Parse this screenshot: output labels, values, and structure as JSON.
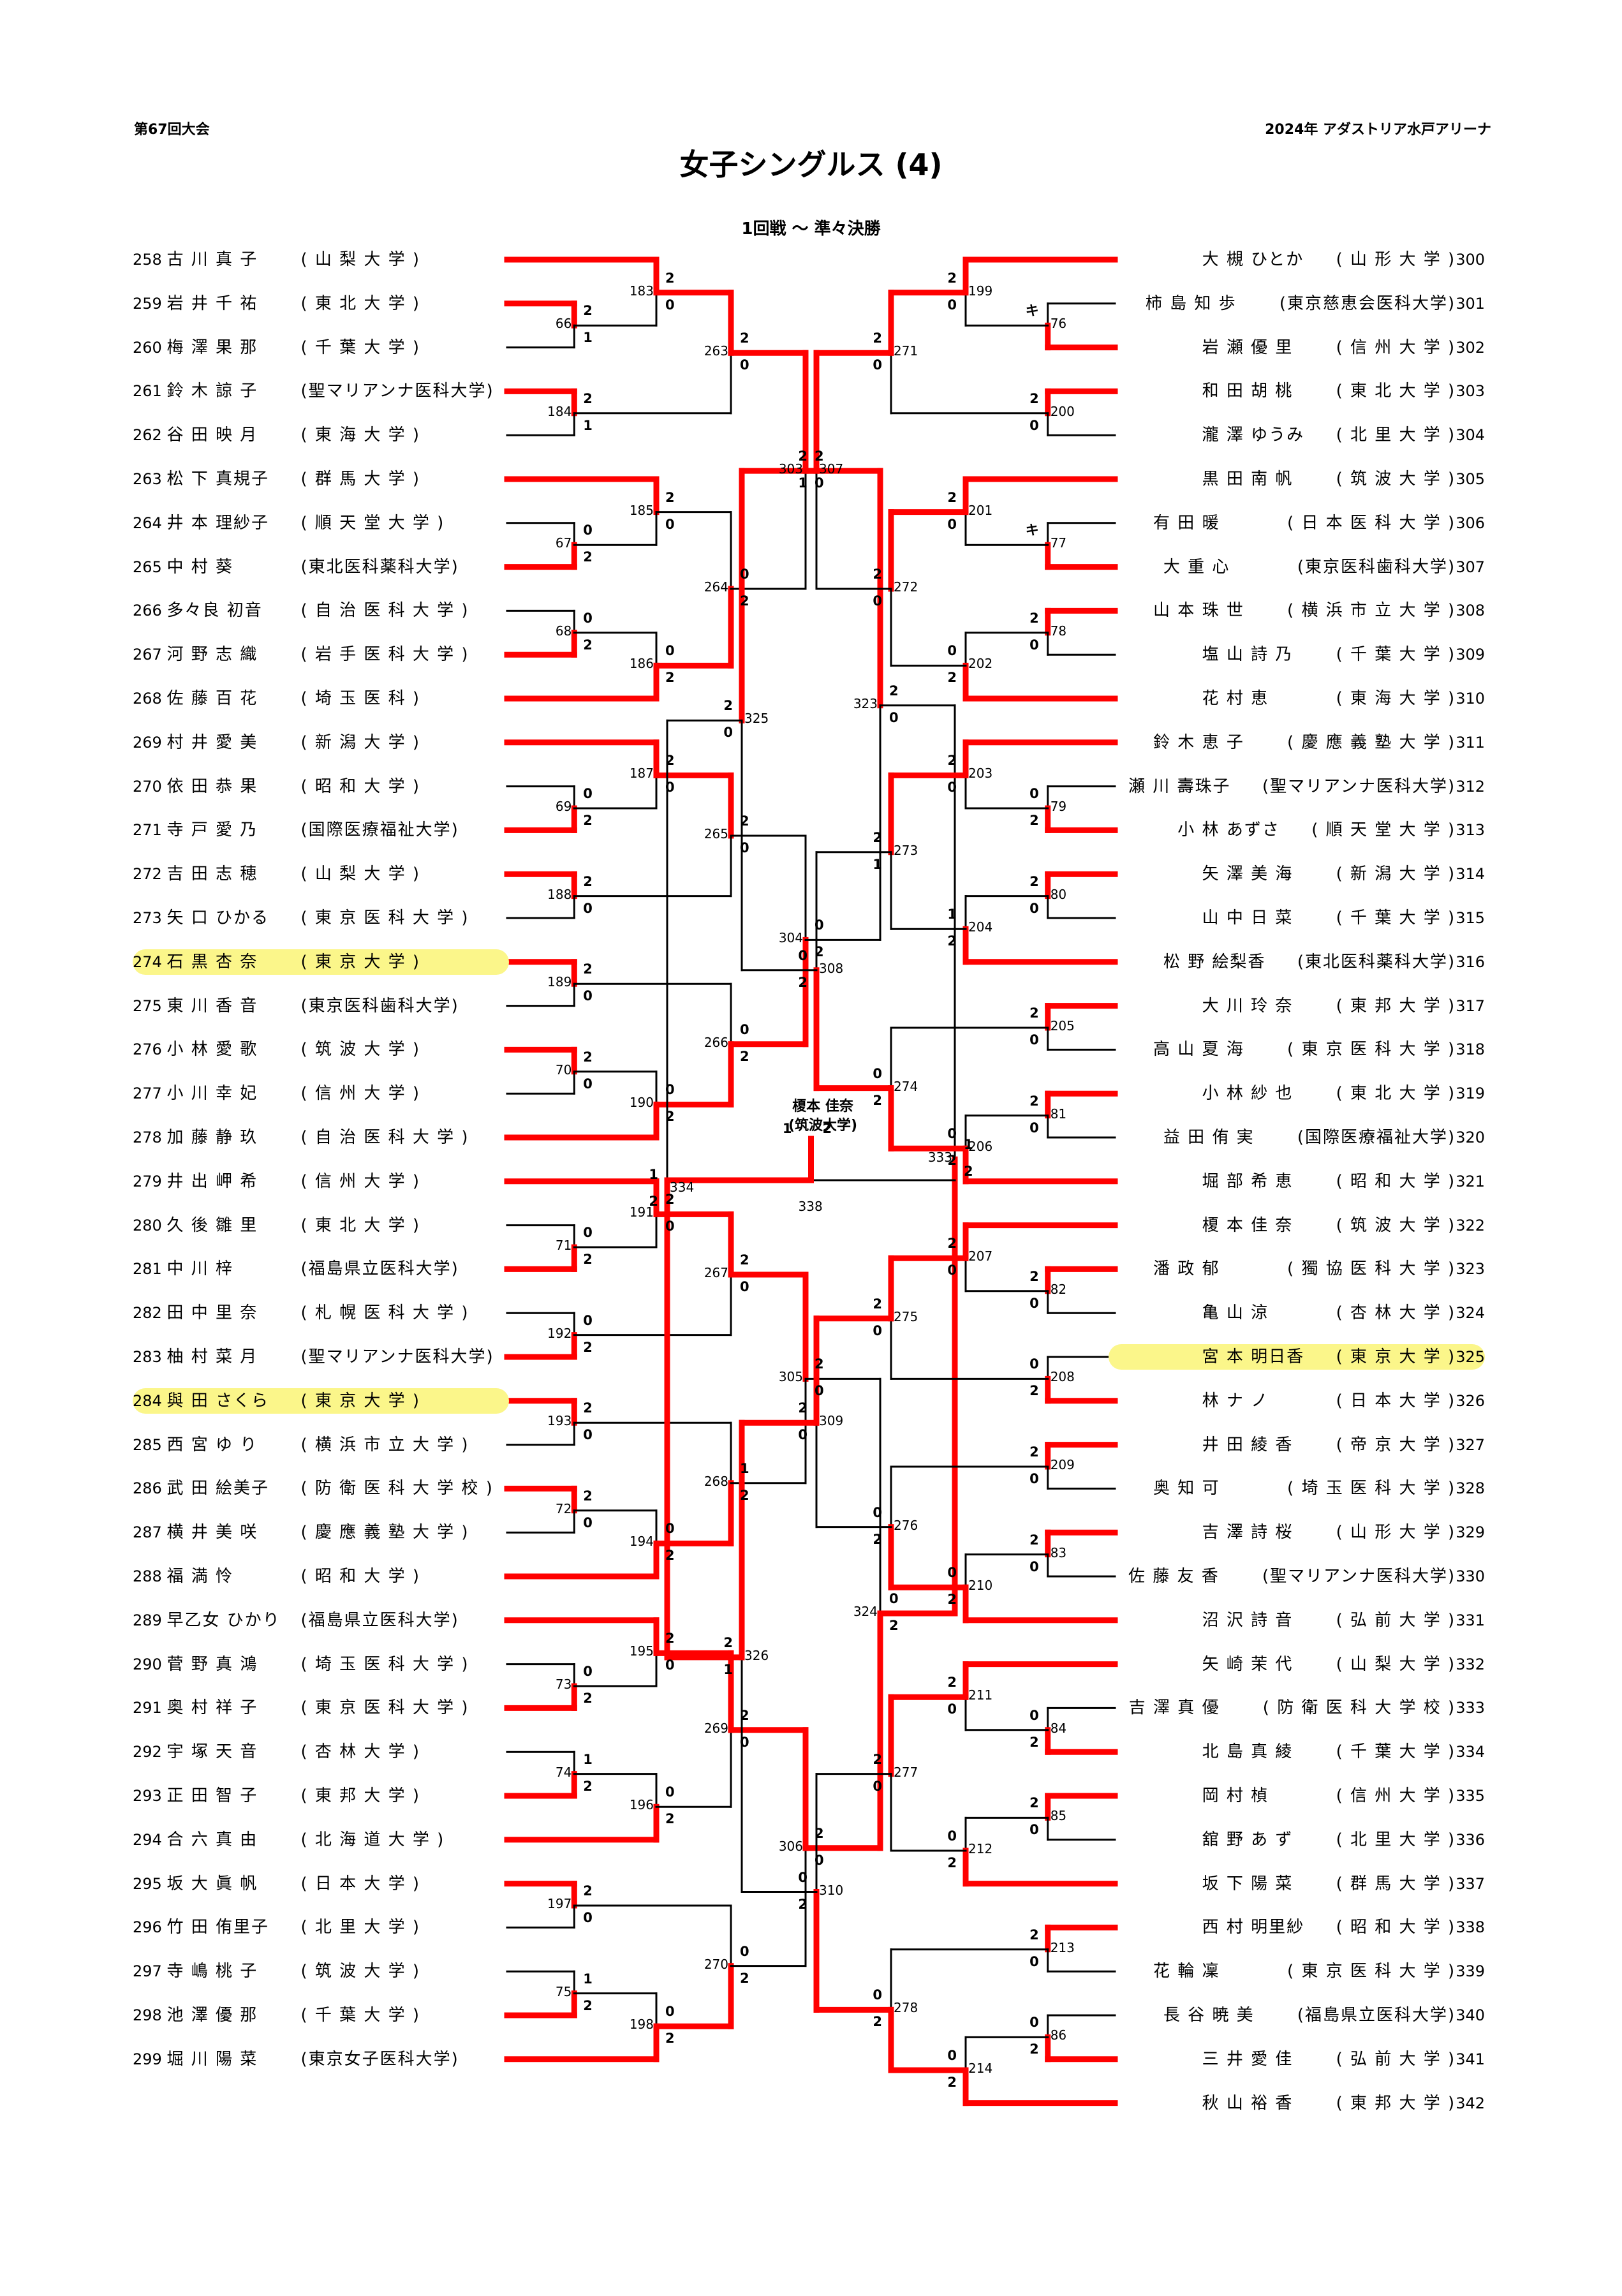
{
  "header": {
    "edition": "第67回大会",
    "venue": "2024年  アダストリア水戸アリーナ",
    "title": "女子シングルス (4)",
    "subtitle": "1回戦  ～  準々決勝"
  },
  "colors": {
    "winner_line": "#ff0000",
    "loser_line": "#000000",
    "highlight": "#fbf68a"
  },
  "champion": {
    "name": "榎本 佳奈",
    "affiliation": "(筑波大学)"
  },
  "left_players": [
    {
      "no": "258",
      "name": "古 川  真 子",
      "aff": "( 山 梨 大 学 )",
      "hl": false
    },
    {
      "no": "259",
      "name": "岩 井  千 祐",
      "aff": "( 東 北 大 学 )",
      "hl": false
    },
    {
      "no": "260",
      "name": "梅 澤  果 那",
      "aff": "( 千 葉 大 学 )",
      "hl": false
    },
    {
      "no": "261",
      "name": "鈴 木  諒 子",
      "aff": "(聖マリアンナ医科大学)",
      "hl": false
    },
    {
      "no": "262",
      "name": "谷 田  映 月",
      "aff": "( 東 海 大 学 )",
      "hl": false
    },
    {
      "no": "263",
      "name": "松 下 真規子",
      "aff": "( 群 馬 大 学 )",
      "hl": false
    },
    {
      "no": "264",
      "name": "井 本 理紗子",
      "aff": "( 順 天 堂 大 学 )",
      "hl": false
    },
    {
      "no": "265",
      "name": "中  村   葵",
      "aff": "(東北医科薬科大学)",
      "hl": false
    },
    {
      "no": "266",
      "name": "多々良 初音",
      "aff": "( 自 治 医 科 大 学 )",
      "hl": false
    },
    {
      "no": "267",
      "name": "河 野  志 織",
      "aff": "( 岩 手 医 科 大 学 )",
      "hl": false
    },
    {
      "no": "268",
      "name": "佐 藤  百 花",
      "aff": "( 埼 玉 医 科 )",
      "hl": false
    },
    {
      "no": "269",
      "name": "村 井  愛 美",
      "aff": "( 新 潟 大 学 )",
      "hl": false
    },
    {
      "no": "270",
      "name": "依 田  恭 果",
      "aff": "( 昭 和 大 学 )",
      "hl": false
    },
    {
      "no": "271",
      "name": "寺 戸  愛 乃",
      "aff": "(国際医療福祉大学)",
      "hl": false
    },
    {
      "no": "272",
      "name": "吉 田  志 穂",
      "aff": "( 山 梨 大 学 )",
      "hl": false
    },
    {
      "no": "273",
      "name": "矢 口 ひかる",
      "aff": "( 東 京 医 科 大 学 )",
      "hl": false
    },
    {
      "no": "274",
      "name": "石 黒  杏 奈",
      "aff": "( 東 京 大 学 )",
      "hl": true
    },
    {
      "no": "275",
      "name": "東 川  香 音",
      "aff": "(東京医科歯科大学)",
      "hl": false
    },
    {
      "no": "276",
      "name": "小 林  愛 歌",
      "aff": "( 筑 波 大 学 )",
      "hl": false
    },
    {
      "no": "277",
      "name": "小 川  幸 妃",
      "aff": "( 信 州 大 学 )",
      "hl": false
    },
    {
      "no": "278",
      "name": "加 藤  静 玖",
      "aff": "( 自 治 医 科 大 学 )",
      "hl": false
    },
    {
      "no": "279",
      "name": "井 出  岬 希",
      "aff": "( 信 州 大 学 )",
      "hl": false
    },
    {
      "no": "280",
      "name": "久 後  雛 里",
      "aff": "( 東 北 大 学 )",
      "hl": false
    },
    {
      "no": "281",
      "name": "中  川   梓",
      "aff": "(福島県立医科大学)",
      "hl": false
    },
    {
      "no": "282",
      "name": "田 中  里 奈",
      "aff": "( 札 幌 医 科 大 学 )",
      "hl": false
    },
    {
      "no": "283",
      "name": "柚 村  菜 月",
      "aff": "(聖マリアンナ医科大学)",
      "hl": false
    },
    {
      "no": "284",
      "name": "與 田 さくら",
      "aff": "( 東 京 大 学 )",
      "hl": true
    },
    {
      "no": "285",
      "name": "西 宮  ゆ り",
      "aff": "( 横 浜 市 立 大 学 )",
      "hl": false
    },
    {
      "no": "286",
      "name": "武 田 絵美子",
      "aff": "( 防 衛 医 科 大 学 校 )",
      "hl": false
    },
    {
      "no": "287",
      "name": "横 井  美 咲",
      "aff": "( 慶 應 義 塾 大 学 )",
      "hl": false
    },
    {
      "no": "288",
      "name": "福  満   怜",
      "aff": "( 昭 和 大 学 )",
      "hl": false
    },
    {
      "no": "289",
      "name": "早乙女 ひかり",
      "aff": "(福島県立医科大学)",
      "hl": false
    },
    {
      "no": "290",
      "name": "菅 野  真 鴻",
      "aff": "( 埼 玉 医 科 大 学 )",
      "hl": false
    },
    {
      "no": "291",
      "name": "奥 村  祥 子",
      "aff": "( 東 京 医 科 大 学 )",
      "hl": false
    },
    {
      "no": "292",
      "name": "宇 塚  天 音",
      "aff": "( 杏 林 大 学 )",
      "hl": false
    },
    {
      "no": "293",
      "name": "正 田  智 子",
      "aff": "( 東 邦 大 学 )",
      "hl": false
    },
    {
      "no": "294",
      "name": "合 六  真 由",
      "aff": "( 北 海 道 大 学 )",
      "hl": false
    },
    {
      "no": "295",
      "name": "坂 大  眞 帆",
      "aff": "( 日 本 大 学 )",
      "hl": false
    },
    {
      "no": "296",
      "name": "竹 田 侑里子",
      "aff": "( 北 里 大 学 )",
      "hl": false
    },
    {
      "no": "297",
      "name": "寺 嶋  桃 子",
      "aff": "( 筑 波 大 学 )",
      "hl": false
    },
    {
      "no": "298",
      "name": "池 澤  優 那",
      "aff": "( 千 葉 大 学 )",
      "hl": false
    },
    {
      "no": "299",
      "name": "堀 川  陽 菜",
      "aff": "(東京女子医科大学)",
      "hl": false
    }
  ],
  "right_players": [
    {
      "no": "300",
      "name": "大 槻 ひとか",
      "aff": "( 山 形 大 学 )",
      "hl": false
    },
    {
      "no": "301",
      "name": "柿 島  知 歩",
      "aff": "(東京慈恵会医科大学)",
      "hl": false
    },
    {
      "no": "302",
      "name": "岩 瀬  優 里",
      "aff": "( 信 州 大 学 )",
      "hl": false
    },
    {
      "no": "303",
      "name": "和 田  胡 桃",
      "aff": "( 東 北 大 学 )",
      "hl": false
    },
    {
      "no": "304",
      "name": "瀧 澤 ゆうみ",
      "aff": "( 北 里 大 学 )",
      "hl": false
    },
    {
      "no": "305",
      "name": "黒 田  南 帆",
      "aff": "( 筑 波 大 学 )",
      "hl": false
    },
    {
      "no": "306",
      "name": "有  田   暖",
      "aff": "( 日 本 医 科 大 学 )",
      "hl": false
    },
    {
      "no": "307",
      "name": "大  重   心",
      "aff": "(東京医科歯科大学)",
      "hl": false
    },
    {
      "no": "308",
      "name": "山 本  珠 世",
      "aff": "( 横 浜 市 立 大 学 )",
      "hl": false
    },
    {
      "no": "309",
      "name": "塩 山  詩 乃",
      "aff": "( 千 葉 大 学 )",
      "hl": false
    },
    {
      "no": "310",
      "name": "花  村   恵",
      "aff": "( 東 海 大 学 )",
      "hl": false
    },
    {
      "no": "311",
      "name": "鈴 木  恵 子",
      "aff": "( 慶 應 義 塾 大 学 )",
      "hl": false
    },
    {
      "no": "312",
      "name": "瀬 川 壽珠子",
      "aff": "(聖マリアンナ医科大学)",
      "hl": false
    },
    {
      "no": "313",
      "name": "小 林 あずさ",
      "aff": "( 順 天 堂 大 学 )",
      "hl": false
    },
    {
      "no": "314",
      "name": "矢 澤  美 海",
      "aff": "( 新 潟 大 学 )",
      "hl": false
    },
    {
      "no": "315",
      "name": "山 中  日 菜",
      "aff": "( 千 葉 大 学 )",
      "hl": false
    },
    {
      "no": "316",
      "name": "松 野 絵梨香",
      "aff": "(東北医科薬科大学)",
      "hl": false
    },
    {
      "no": "317",
      "name": "大 川  玲 奈",
      "aff": "( 東 邦 大 学 )",
      "hl": false
    },
    {
      "no": "318",
      "name": "高 山  夏 海",
      "aff": "( 東 京 医 科 大 学 )",
      "hl": false
    },
    {
      "no": "319",
      "name": "小 林  紗 也",
      "aff": "( 東 北 大 学 )",
      "hl": false
    },
    {
      "no": "320",
      "name": "益 田  侑 実",
      "aff": "(国際医療福祉大学)",
      "hl": false
    },
    {
      "no": "321",
      "name": "堀 部  希 恵",
      "aff": "( 昭 和 大 学 )",
      "hl": false
    },
    {
      "no": "322",
      "name": "榎 本  佳 奈",
      "aff": "( 筑 波 大 学 )",
      "hl": false
    },
    {
      "no": "323",
      "name": "潘   政   郁",
      "aff": "( 獨 協 医 科 大 学 )",
      "hl": false
    },
    {
      "no": "324",
      "name": "亀  山   涼",
      "aff": "( 杏 林 大 学 )",
      "hl": false
    },
    {
      "no": "325",
      "name": "宮 本 明日香",
      "aff": "( 東 京 大 学 )",
      "hl": true
    },
    {
      "no": "326",
      "name": "林  ナ   ノ",
      "aff": "( 日 本 大 学 )",
      "hl": false
    },
    {
      "no": "327",
      "name": "井 田  綾 香",
      "aff": "( 帝 京 大 学 )",
      "hl": false
    },
    {
      "no": "328",
      "name": "奥  知   可",
      "aff": "( 埼 玉 医 科 大 学 )",
      "hl": false
    },
    {
      "no": "329",
      "name": "吉 澤  詩 桜",
      "aff": "( 山 形 大 学 )",
      "hl": false
    },
    {
      "no": "330",
      "name": "佐 藤  友 香",
      "aff": "(聖マリアンナ医科大学)",
      "hl": false
    },
    {
      "no": "331",
      "name": "沼 沢  詩 音",
      "aff": "( 弘 前 大 学 )",
      "hl": false
    },
    {
      "no": "332",
      "name": "矢 崎  茉 代",
      "aff": "( 山 梨 大 学 )",
      "hl": false
    },
    {
      "no": "333",
      "name": "吉 澤  真 優",
      "aff": "( 防 衛 医 科 大 学 校 )",
      "hl": false
    },
    {
      "no": "334",
      "name": "北 島  真 綾",
      "aff": "( 千 葉 大 学 )",
      "hl": false
    },
    {
      "no": "335",
      "name": "岡  村   楨",
      "aff": "( 信 州 大 学 )",
      "hl": false
    },
    {
      "no": "336",
      "name": "舘 野  あ ず",
      "aff": "( 北 里 大 学 )",
      "hl": false
    },
    {
      "no": "337",
      "name": "坂 下  陽 菜",
      "aff": "( 群 馬 大 学 )",
      "hl": false
    },
    {
      "no": "338",
      "name": "西 村 明里紗",
      "aff": "( 昭 和 大 学 )",
      "hl": false
    },
    {
      "no": "339",
      "name": "花  輪   凜",
      "aff": "( 東 京 医 科 大 学 )",
      "hl": false
    },
    {
      "no": "340",
      "name": "長 谷  暁 美",
      "aff": "(福島県立医科大学)",
      "hl": false
    },
    {
      "no": "341",
      "name": "三 井  愛 佳",
      "aff": "( 弘 前 大 学 )",
      "hl": false
    },
    {
      "no": "342",
      "name": "秋 山  裕 香",
      "aff": "( 東 邦 大 学 )",
      "hl": false
    }
  ],
  "left_matches": [
    {
      "no": "66",
      "a": "p1",
      "b": "p2",
      "sa": "2",
      "sb": "1",
      "w": "a"
    },
    {
      "no": "183",
      "a": "p0",
      "b": "m66",
      "sa": "2",
      "sb": "0",
      "w": "a"
    },
    {
      "no": "184",
      "a": "p3",
      "b": "p4",
      "sa": "2",
      "sb": "1",
      "w": "a"
    },
    {
      "no": "263",
      "a": "m183",
      "b": "m184",
      "sa": "2",
      "sb": "0",
      "w": "a"
    },
    {
      "no": "67",
      "a": "p6",
      "b": "p7",
      "sa": "0",
      "sb": "2",
      "w": "b"
    },
    {
      "no": "185",
      "a": "p5",
      "b": "m67",
      "sa": "2",
      "sb": "0",
      "w": "a"
    },
    {
      "no": "68",
      "a": "p8",
      "b": "p9",
      "sa": "0",
      "sb": "2",
      "w": "b"
    },
    {
      "no": "186",
      "a": "m68",
      "b": "p10",
      "sa": "0",
      "sb": "2",
      "w": "b"
    },
    {
      "no": "264",
      "a": "m185",
      "b": "m186",
      "sa": "0",
      "sb": "2",
      "w": "b"
    },
    {
      "no": "303",
      "a": "m263",
      "b": "m264",
      "sa": "2",
      "sb": "0",
      "w": "a"
    },
    {
      "no": "69",
      "a": "p12",
      "b": "p13",
      "sa": "0",
      "sb": "2",
      "w": "b"
    },
    {
      "no": "187",
      "a": "p11",
      "b": "m69",
      "sa": "2",
      "sb": "0",
      "w": "a"
    },
    {
      "no": "188",
      "a": "p14",
      "b": "p15",
      "sa": "2",
      "sb": "0",
      "w": "a"
    },
    {
      "no": "265",
      "a": "m187",
      "b": "m188",
      "sa": "2",
      "sb": "0",
      "w": "a"
    },
    {
      "no": "189",
      "a": "p16",
      "b": "p17",
      "sa": "2",
      "sb": "0",
      "w": "a"
    },
    {
      "no": "70",
      "a": "p18",
      "b": "p19",
      "sa": "2",
      "sb": "0",
      "w": "a"
    },
    {
      "no": "190",
      "a": "m70",
      "b": "p20",
      "sa": "0",
      "sb": "2",
      "w": "b"
    },
    {
      "no": "266",
      "a": "m189",
      "b": "m190",
      "sa": "0",
      "sb": "2",
      "w": "b"
    },
    {
      "no": "304",
      "a": "m265",
      "b": "m266",
      "sa": "0",
      "sb": "2",
      "w": "b"
    },
    {
      "no": "323",
      "a": "m303",
      "b": "m304",
      "sa": "2",
      "sb": "0",
      "w": "a"
    },
    {
      "no": "71",
      "a": "p22",
      "b": "p23",
      "sa": "0",
      "sb": "2",
      "w": "b"
    },
    {
      "no": "191",
      "a": "p21",
      "b": "m71",
      "sa": "2",
      "sb": "0",
      "w": "a"
    },
    {
      "no": "192",
      "a": "p24",
      "b": "p25",
      "sa": "0",
      "sb": "2",
      "w": "b"
    },
    {
      "no": "267",
      "a": "m191",
      "b": "m192",
      "sa": "2",
      "sb": "0",
      "w": "a"
    },
    {
      "no": "193",
      "a": "p26",
      "b": "p27",
      "sa": "2",
      "sb": "0",
      "w": "a"
    },
    {
      "no": "72",
      "a": "p28",
      "b": "p29",
      "sa": "2",
      "sb": "0",
      "w": "a"
    },
    {
      "no": "194",
      "a": "m72",
      "b": "p30",
      "sa": "0",
      "sb": "2",
      "w": "b"
    },
    {
      "no": "268",
      "a": "m193",
      "b": "m194",
      "sa": "1",
      "sb": "2",
      "w": "b"
    },
    {
      "no": "305",
      "a": "m267",
      "b": "m268",
      "sa": "2",
      "sb": "0",
      "w": "a"
    },
    {
      "no": "73",
      "a": "p32",
      "b": "p33",
      "sa": "0",
      "sb": "2",
      "w": "b"
    },
    {
      "no": "195",
      "a": "p31",
      "b": "m73",
      "sa": "2",
      "sb": "0",
      "w": "a"
    },
    {
      "no": "74",
      "a": "p34",
      "b": "p35",
      "sa": "1",
      "sb": "2",
      "w": "b"
    },
    {
      "no": "196",
      "a": "m74",
      "b": "p36",
      "sa": "0",
      "sb": "2",
      "w": "b"
    },
    {
      "no": "269",
      "a": "m195",
      "b": "m196",
      "sa": "2",
      "sb": "0",
      "w": "a"
    },
    {
      "no": "197",
      "a": "p37",
      "b": "p38",
      "sa": "2",
      "sb": "0",
      "w": "a"
    },
    {
      "no": "75",
      "a": "p39",
      "b": "p40",
      "sa": "1",
      "sb": "2",
      "w": "b"
    },
    {
      "no": "198",
      "a": "m75",
      "b": "p41",
      "sa": "0",
      "sb": "2",
      "w": "b"
    },
    {
      "no": "270",
      "a": "m197",
      "b": "m198",
      "sa": "0",
      "sb": "2",
      "w": "b"
    },
    {
      "no": "306",
      "a": "m269",
      "b": "m270",
      "sa": "2",
      "sb": "0",
      "w": "a"
    },
    {
      "no": "324",
      "a": "m305",
      "b": "m306",
      "sa": "0",
      "sb": "2",
      "w": "b"
    },
    {
      "no": "333",
      "a": "m323",
      "b": "m324",
      "sa": "1",
      "sb": "2",
      "w": "b"
    }
  ],
  "right_matches": [
    {
      "no": "76",
      "a": "p1",
      "b": "p2",
      "sa": "キ",
      "sb": "",
      "w": "b"
    },
    {
      "no": "199",
      "a": "p0",
      "b": "m76",
      "sa": "2",
      "sb": "0",
      "w": "a"
    },
    {
      "no": "200",
      "a": "p3",
      "b": "p4",
      "sa": "2",
      "sb": "0",
      "w": "a"
    },
    {
      "no": "271",
      "a": "m199",
      "b": "m200",
      "sa": "2",
      "sb": "0",
      "w": "a"
    },
    {
      "no": "77",
      "a": "p6",
      "b": "p7",
      "sa": "キ",
      "sb": "",
      "w": "b"
    },
    {
      "no": "201",
      "a": "p5",
      "b": "m77",
      "sa": "2",
      "sb": "0",
      "w": "a"
    },
    {
      "no": "78",
      "a": "p8",
      "b": "p9",
      "sa": "2",
      "sb": "0",
      "w": "a"
    },
    {
      "no": "202",
      "a": "m78",
      "b": "p10",
      "sa": "0",
      "sb": "2",
      "w": "b"
    },
    {
      "no": "272",
      "a": "m201",
      "b": "m202",
      "sa": "2",
      "sb": "0",
      "w": "a"
    },
    {
      "no": "307",
      "a": "m271",
      "b": "m272",
      "sa": "2",
      "sb": "1",
      "w": "a"
    },
    {
      "no": "79",
      "a": "p12",
      "b": "p13",
      "sa": "0",
      "sb": "2",
      "w": "b"
    },
    {
      "no": "203",
      "a": "p11",
      "b": "m79",
      "sa": "2",
      "sb": "0",
      "w": "a"
    },
    {
      "no": "80",
      "a": "p14",
      "b": "p15",
      "sa": "2",
      "sb": "0",
      "w": "a"
    },
    {
      "no": "204",
      "a": "m80",
      "b": "p16",
      "sa": "1",
      "sb": "2",
      "w": "b"
    },
    {
      "no": "273",
      "a": "m203",
      "b": "m204",
      "sa": "2",
      "sb": "1",
      "w": "a"
    },
    {
      "no": "205",
      "a": "p17",
      "b": "p18",
      "sa": "2",
      "sb": "0",
      "w": "a"
    },
    {
      "no": "81",
      "a": "p19",
      "b": "p20",
      "sa": "2",
      "sb": "0",
      "w": "a"
    },
    {
      "no": "206",
      "a": "m81",
      "b": "p21",
      "sa": "0",
      "sb": "2",
      "w": "b"
    },
    {
      "no": "274",
      "a": "m205",
      "b": "m206",
      "sa": "0",
      "sb": "2",
      "w": "b"
    },
    {
      "no": "308",
      "a": "m273",
      "b": "m274",
      "sa": "0",
      "sb": "2",
      "w": "b"
    },
    {
      "no": "325",
      "a": "m307",
      "b": "m308",
      "sa": "2",
      "sb": "0",
      "w": "a"
    },
    {
      "no": "82",
      "a": "p23",
      "b": "p24",
      "sa": "2",
      "sb": "0",
      "w": "a"
    },
    {
      "no": "207",
      "a": "p22",
      "b": "m82",
      "sa": "2",
      "sb": "0",
      "w": "a"
    },
    {
      "no": "208",
      "a": "p25",
      "b": "p26",
      "sa": "0",
      "sb": "2",
      "w": "b"
    },
    {
      "no": "275",
      "a": "m207",
      "b": "m208",
      "sa": "2",
      "sb": "0",
      "w": "a"
    },
    {
      "no": "209",
      "a": "p27",
      "b": "p28",
      "sa": "2",
      "sb": "0",
      "w": "a"
    },
    {
      "no": "83",
      "a": "p29",
      "b": "p30",
      "sa": "2",
      "sb": "0",
      "w": "a"
    },
    {
      "no": "210",
      "a": "m83",
      "b": "p31",
      "sa": "0",
      "sb": "2",
      "w": "b"
    },
    {
      "no": "276",
      "a": "m209",
      "b": "m210",
      "sa": "0",
      "sb": "2",
      "w": "b"
    },
    {
      "no": "309",
      "a": "m275",
      "b": "m276",
      "sa": "2",
      "sb": "0",
      "w": "a"
    },
    {
      "no": "84",
      "a": "p33",
      "b": "p34",
      "sa": "0",
      "sb": "2",
      "w": "b"
    },
    {
      "no": "211",
      "a": "p32",
      "b": "m84",
      "sa": "2",
      "sb": "0",
      "w": "a"
    },
    {
      "no": "85",
      "a": "p35",
      "b": "p36",
      "sa": "2",
      "sb": "0",
      "w": "a"
    },
    {
      "no": "212",
      "a": "m85",
      "b": "p37",
      "sa": "0",
      "sb": "2",
      "w": "b"
    },
    {
      "no": "277",
      "a": "m211",
      "b": "m212",
      "sa": "2",
      "sb": "0",
      "w": "a"
    },
    {
      "no": "213",
      "a": "p38",
      "b": "p39",
      "sa": "2",
      "sb": "0",
      "w": "a"
    },
    {
      "no": "86",
      "a": "p40",
      "b": "p41",
      "sa": "0",
      "sb": "2",
      "w": "b"
    },
    {
      "no": "214",
      "a": "m86",
      "b": "p42",
      "sa": "0",
      "sb": "2",
      "w": "b"
    },
    {
      "no": "278",
      "a": "m213",
      "b": "m214",
      "sa": "0",
      "sb": "2",
      "w": "b"
    },
    {
      "no": "310",
      "a": "m277",
      "b": "m278",
      "sa": "0",
      "sb": "2",
      "w": "b"
    },
    {
      "no": "326",
      "a": "m309",
      "b": "m310",
      "sa": "2",
      "sb": "1",
      "w": "a"
    },
    {
      "no": "334",
      "a": "m325",
      "b": "m326",
      "sa": "1",
      "sb": "2",
      "w": "b"
    }
  ],
  "final": {
    "no": "338",
    "left_score": "1",
    "right_score": "2",
    "w": "right"
  }
}
